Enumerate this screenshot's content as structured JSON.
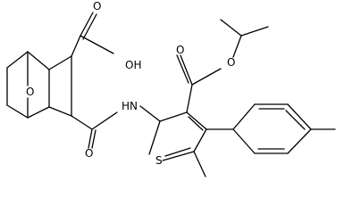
{
  "molecule": {
    "atoms": {
      "carboxyl_oh": "OH",
      "bridge_o": "O",
      "carboxyl_o": "O",
      "amide_nh": "H",
      "amide_n": "N",
      "amide_o": "O",
      "ester_o_carbonyl": "O",
      "ester_o": "O",
      "thiophene_s": "S"
    }
  }
}
